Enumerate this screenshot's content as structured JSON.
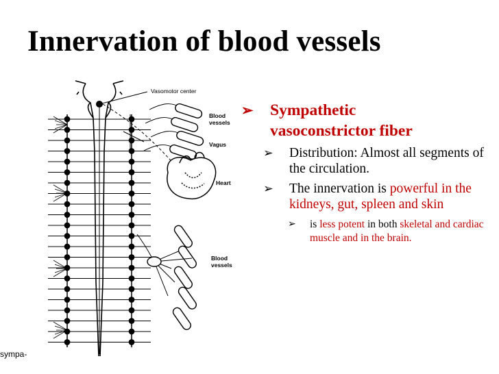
{
  "slide": {
    "title": "Innervation of blood vessels",
    "bullet_marker": "➢",
    "corner_text": "sympa-"
  },
  "diagram": {
    "labels": {
      "vasomotor_center": "Vasomotor center",
      "blood_vessels_top_1": "Blood",
      "blood_vessels_top_2": "vessels",
      "vagus": "Vagus",
      "heart": "Heart",
      "blood_vessels_bottom_1": "Blood",
      "blood_vessels_bottom_2": "vessels"
    }
  },
  "content": {
    "heading_line1": "Sympathetic",
    "heading_line2": "vasoconstrictor fiber",
    "distribution": "Distribution: Almost all segments of the circulation.",
    "innervation_a": "The innervation is ",
    "innervation_b": "powerful in the kidneys, gut, spleen and skin",
    "sub_a": " is ",
    "sub_b": "less potent",
    "sub_c": " in both ",
    "sub_d": "skeletal and cardiac muscle and in the brain."
  },
  "colors": {
    "accent_red": "#c00000",
    "text": "#000000",
    "background": "#ffffff"
  }
}
